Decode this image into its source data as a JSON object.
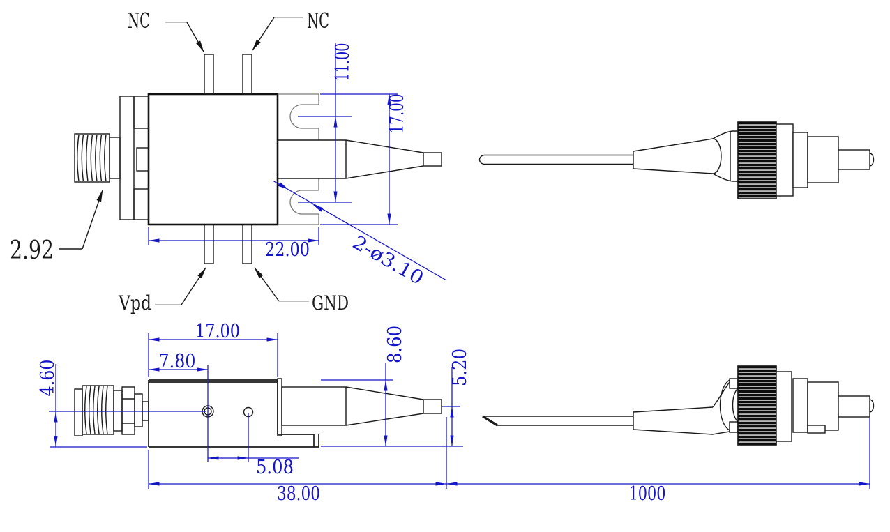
{
  "labels": {
    "nc_left": "NC",
    "nc_right": "NC",
    "vpd": "Vpd",
    "gnd": "GND",
    "rf_connector": "2.92"
  },
  "dims_top_view": {
    "body_width": "22.00",
    "slot_spacing": "11.00",
    "flange_height": "17.00",
    "mount_slots": "2-ø3.10"
  },
  "dims_side_view": {
    "body_length": "17.00",
    "hole_offset": "7.80",
    "axis_height": "4.60",
    "hole_spacing": "5.08",
    "total_length": "38.00",
    "body_height": "8.60",
    "fiber_axis_height": "5.20"
  },
  "dims_cable": {
    "fiber_length": "1000"
  },
  "colors": {
    "dimension_blue": "#1515c8",
    "line_black": "#1a1a1a"
  }
}
